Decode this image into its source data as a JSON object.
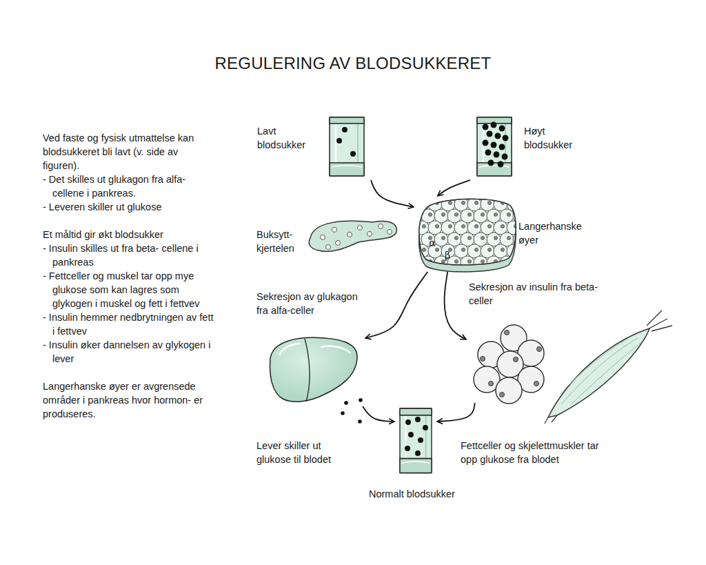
{
  "diagram": {
    "title": "REGULERING AV BLODSUKKERET",
    "nodes": [
      {
        "text": [
          "Lavt blodsukker"
        ]
      },
      {
        "text": [
          "Høyt blodsukker"
        ]
      },
      {
        "text": [
          "Buksytt- kjertelen"
        ]
      },
      {
        "text": [
          "Langerhanske øyer",
          "α",
          "β"
        ]
      },
      {
        "text": [
          "Lever skiller ut glukose til blodet"
        ]
      },
      {
        "text": [
          "Fettceller og skjelettmuskler tar opp glukose fra blodet"
        ]
      },
      {
        "text": [
          "Normalt blodsukker"
        ]
      }
    ],
    "edges": [
      {
        "from": 0,
        "to": 3,
        "arrow": "to"
      },
      {
        "from": 1,
        "to": 3,
        "arrow": "to"
      },
      {
        "from": 3,
        "to": 4,
        "label": "Sekresjon av glukagon fra alfa-celler",
        "arrow": "to"
      },
      {
        "from": 3,
        "to": 5,
        "label": "Sekresjon av insulin fra beta- celler",
        "arrow": "to"
      },
      {
        "from": 4,
        "to": 6,
        "arrow": "to"
      },
      {
        "from": 5,
        "to": 6,
        "arrow": "to"
      }
    ],
    "labels": [
      "Ved faste og fysisk utmattelse kan blodsukkeret bli lavt (v. side av figuren).",
      "- Det skilles ut glukagon fra alfa-cellene i pankreas.",
      "- Leveren skiller ut glukose",
      "Et måltid gir økt blodsukker",
      "- Insulin skilles ut fra beta- cellene i pankreas",
      "- Fettceller og muskel tar opp mye glukose som kan lagres som glykogen i muskel og fett i fettvev",
      "- Insulin hemmer nedbrytningen av fett i fettvev",
      "- Insulin øker dannelsen av glykogen i lever",
      "Langerhanske øyer er avgrensede områder i pankreas hvor hormon- er produseres."
    ]
  }
}
